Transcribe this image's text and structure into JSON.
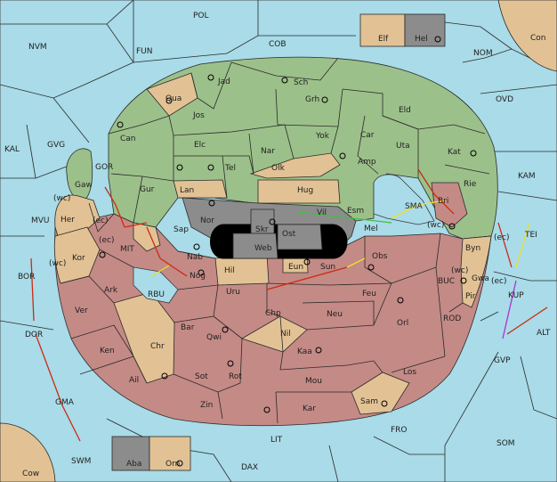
{
  "labels": [
    {
      "id": "POL",
      "text": "POL"
    },
    {
      "id": "NVM",
      "text": "NVM"
    },
    {
      "id": "FUN",
      "text": "FUN"
    },
    {
      "id": "COB",
      "text": "COB"
    },
    {
      "id": "NOM",
      "text": "NOM"
    },
    {
      "id": "Con",
      "text": "Con"
    },
    {
      "id": "Elf",
      "text": "Elf"
    },
    {
      "id": "Hel",
      "text": "Hel"
    },
    {
      "id": "OVD",
      "text": "OVD"
    },
    {
      "id": "KAL",
      "text": "KAL"
    },
    {
      "id": "GVG",
      "text": "GVG"
    },
    {
      "id": "KAM",
      "text": "KAM"
    },
    {
      "id": "MVU",
      "text": "MVU"
    },
    {
      "id": "BOR",
      "text": "BOR"
    },
    {
      "id": "DOR",
      "text": "DOR"
    },
    {
      "id": "GMA",
      "text": "GMA"
    },
    {
      "id": "SWM",
      "text": "SWM"
    },
    {
      "id": "Cow",
      "text": "Cow"
    },
    {
      "id": "Aba",
      "text": "Aba"
    },
    {
      "id": "Orn",
      "text": "Orn"
    },
    {
      "id": "LIT",
      "text": "LIT"
    },
    {
      "id": "DAX",
      "text": "DAX"
    },
    {
      "id": "FRO",
      "text": "FRO"
    },
    {
      "id": "SOM",
      "text": "SOM"
    },
    {
      "id": "ALT",
      "text": "ALT"
    },
    {
      "id": "GVP",
      "text": "GVP"
    },
    {
      "id": "KUP",
      "text": "KUP"
    },
    {
      "id": "TEI",
      "text": "TEI"
    },
    {
      "id": "BUC",
      "text": "BUC"
    },
    {
      "id": "ROD",
      "text": "ROD"
    },
    {
      "id": "SMA",
      "text": "SMA"
    },
    {
      "id": "RBU",
      "text": "RBU"
    },
    {
      "id": "MIT",
      "text": "MIT"
    },
    {
      "id": "GOR",
      "text": "GOR"
    },
    {
      "id": "Gaw",
      "text": "Gaw"
    },
    {
      "id": "Jad",
      "text": "Jad"
    },
    {
      "id": "Sch",
      "text": "Sch"
    },
    {
      "id": "Qua",
      "text": "Qua"
    },
    {
      "id": "Jos",
      "text": "Jos"
    },
    {
      "id": "Grh",
      "text": "Grh"
    },
    {
      "id": "Eld",
      "text": "Eld"
    },
    {
      "id": "Can",
      "text": "Can"
    },
    {
      "id": "Elc",
      "text": "Elc"
    },
    {
      "id": "Nar",
      "text": "Nar"
    },
    {
      "id": "Yok",
      "text": "Yok"
    },
    {
      "id": "Car",
      "text": "Car"
    },
    {
      "id": "Uta",
      "text": "Uta"
    },
    {
      "id": "Kat",
      "text": "Kat"
    },
    {
      "id": "Tel",
      "text": "Tel"
    },
    {
      "id": "Olk",
      "text": "Olk"
    },
    {
      "id": "Amp",
      "text": "Amp"
    },
    {
      "id": "Gur",
      "text": "Gur"
    },
    {
      "id": "Lan",
      "text": "Lan"
    },
    {
      "id": "Hug",
      "text": "Hug"
    },
    {
      "id": "Rie",
      "text": "Rie"
    },
    {
      "id": "Bri",
      "text": "Bri"
    },
    {
      "id": "Her",
      "text": "Her"
    },
    {
      "id": "Nor",
      "text": "Nor"
    },
    {
      "id": "Vil",
      "text": "Vil"
    },
    {
      "id": "Esm",
      "text": "Esm"
    },
    {
      "id": "Sap",
      "text": "Sap"
    },
    {
      "id": "Skr",
      "text": "Skr"
    },
    {
      "id": "Mel",
      "text": "Mel"
    },
    {
      "id": "Web",
      "text": "Web"
    },
    {
      "id": "Ost",
      "text": "Ost"
    },
    {
      "id": "Kor",
      "text": "Kor"
    },
    {
      "id": "Nab",
      "text": "Nab"
    },
    {
      "id": "Byn",
      "text": "Byn"
    },
    {
      "id": "Obs",
      "text": "Obs"
    },
    {
      "id": "Hil",
      "text": "Hil"
    },
    {
      "id": "Eun",
      "text": "Eun"
    },
    {
      "id": "Sun",
      "text": "Sun"
    },
    {
      "id": "Ark",
      "text": "Ark"
    },
    {
      "id": "Nog",
      "text": "Nog"
    },
    {
      "id": "Gwa",
      "text": "Gwa"
    },
    {
      "id": "Uru",
      "text": "Uru"
    },
    {
      "id": "Feu",
      "text": "Feu"
    },
    {
      "id": "Pir",
      "text": "Pir"
    },
    {
      "id": "Ver",
      "text": "Ver"
    },
    {
      "id": "Chp",
      "text": "Chp"
    },
    {
      "id": "Neu",
      "text": "Neu"
    },
    {
      "id": "Bar",
      "text": "Bar"
    },
    {
      "id": "Orl",
      "text": "Orl"
    },
    {
      "id": "Qwi",
      "text": "Qwi"
    },
    {
      "id": "Nil",
      "text": "Nil"
    },
    {
      "id": "Chr",
      "text": "Chr"
    },
    {
      "id": "Ken",
      "text": "Ken"
    },
    {
      "id": "Kaa",
      "text": "Kaa"
    },
    {
      "id": "Sot",
      "text": "Sot"
    },
    {
      "id": "Rot",
      "text": "Rot"
    },
    {
      "id": "Ail",
      "text": "Ail"
    },
    {
      "id": "Los",
      "text": "Los"
    },
    {
      "id": "Mou",
      "text": "Mou"
    },
    {
      "id": "Sam",
      "text": "Sam"
    },
    {
      "id": "Zin",
      "text": "Zin"
    },
    {
      "id": "Kar",
      "text": "Kar"
    },
    {
      "id": "wc1",
      "text": "(wc)"
    },
    {
      "id": "ec1",
      "text": "(ec)"
    },
    {
      "id": "ec2",
      "text": "(ec)"
    },
    {
      "id": "wc2",
      "text": "(wc)"
    },
    {
      "id": "wc3",
      "text": "(wc)"
    },
    {
      "id": "ec3",
      "text": "(ec)"
    },
    {
      "id": "ec4",
      "text": "(ec)"
    },
    {
      "id": "wc4",
      "text": "(wc)"
    }
  ],
  "colors": {
    "sea": "#a9dbe8",
    "green": "#9cc08a",
    "red": "#c48a86",
    "tan": "#e2c294",
    "gray": "#8c8c8c",
    "move_red": "#cc2a10",
    "move_yellow": "#f0e020",
    "move_green": "#40c040",
    "move_purple": "#b030d0"
  }
}
